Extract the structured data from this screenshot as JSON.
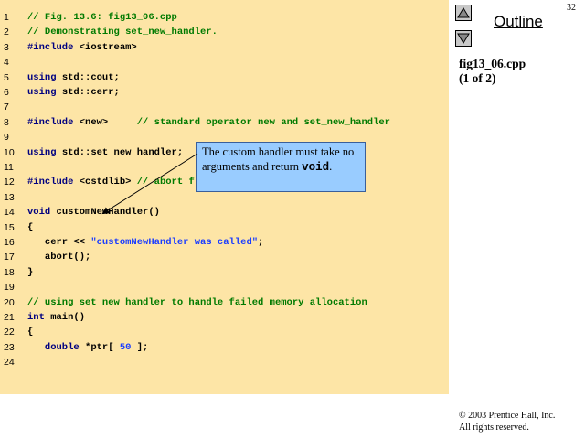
{
  "sidebar": {
    "page_number": "32",
    "outline_label": "Outline",
    "file_name": "fig13_06.cpp",
    "page_of": "(1 of 2)",
    "copyright_line1": "© 2003 Prentice Hall, Inc.",
    "copyright_line2": "All rights reserved."
  },
  "callout": {
    "text_before": "The custom handler must take no arguments and return ",
    "bold_word": "void",
    "text_after": "."
  },
  "code": {
    "lines": [
      {
        "n": "1",
        "parts": [
          {
            "t": "// Fig. 13.6: fig13_06.cpp",
            "c": "comment"
          }
        ]
      },
      {
        "n": "2",
        "parts": [
          {
            "t": "// Demonstrating set_new_handler.",
            "c": "comment"
          }
        ]
      },
      {
        "n": "3",
        "parts": [
          {
            "t": "#include",
            "c": "kw"
          },
          {
            "t": " <iostream>",
            "c": "plain"
          }
        ]
      },
      {
        "n": "4",
        "parts": []
      },
      {
        "n": "5",
        "parts": [
          {
            "t": "using",
            "c": "kw"
          },
          {
            "t": " std::cout;",
            "c": "plain"
          }
        ]
      },
      {
        "n": "6",
        "parts": [
          {
            "t": "using",
            "c": "kw"
          },
          {
            "t": " std::cerr;",
            "c": "plain"
          }
        ]
      },
      {
        "n": "7",
        "parts": []
      },
      {
        "n": "8",
        "parts": [
          {
            "t": "#include",
            "c": "kw"
          },
          {
            "t": " <new>",
            "c": "plain"
          },
          {
            "t": "     // standard operator new and set_new_handler",
            "c": "comment"
          }
        ]
      },
      {
        "n": "9",
        "parts": []
      },
      {
        "n": "10",
        "parts": [
          {
            "t": "using",
            "c": "kw"
          },
          {
            "t": " std::set_new_handler;",
            "c": "plain"
          }
        ]
      },
      {
        "n": "11",
        "parts": []
      },
      {
        "n": "12",
        "parts": [
          {
            "t": "#include",
            "c": "kw"
          },
          {
            "t": " <cstdlib>",
            "c": "plain"
          },
          {
            "t": " // abort f",
            "c": "comment"
          }
        ]
      },
      {
        "n": "13",
        "parts": []
      },
      {
        "n": "14",
        "parts": [
          {
            "t": "void",
            "c": "kw"
          },
          {
            "t": " customNewHandler()",
            "c": "plain"
          }
        ]
      },
      {
        "n": "15",
        "parts": [
          {
            "t": "{",
            "c": "plain"
          }
        ]
      },
      {
        "n": "16",
        "parts": [
          {
            "t": "   cerr << ",
            "c": "plain"
          },
          {
            "t": "\"customNewHandler was called\"",
            "c": "str"
          },
          {
            "t": ";",
            "c": "plain"
          }
        ]
      },
      {
        "n": "17",
        "parts": [
          {
            "t": "   abort();",
            "c": "plain"
          }
        ]
      },
      {
        "n": "18",
        "parts": [
          {
            "t": "}",
            "c": "plain"
          }
        ]
      },
      {
        "n": "19",
        "parts": []
      },
      {
        "n": "20",
        "parts": [
          {
            "t": "// using set_new_handler to handle failed memory allocation",
            "c": "comment"
          }
        ]
      },
      {
        "n": "21",
        "parts": [
          {
            "t": "int",
            "c": "kw"
          },
          {
            "t": " main()",
            "c": "plain"
          }
        ]
      },
      {
        "n": "22",
        "parts": [
          {
            "t": "{",
            "c": "plain"
          }
        ]
      },
      {
        "n": "23",
        "parts": [
          {
            "t": "   double",
            "c": "kw"
          },
          {
            "t": " *ptr[ ",
            "c": "plain"
          },
          {
            "t": "50",
            "c": "str"
          },
          {
            "t": " ];",
            "c": "plain"
          }
        ]
      },
      {
        "n": "24",
        "parts": []
      }
    ]
  },
  "icons": {
    "nav_up": "triangle-up-icon",
    "nav_down": "triangle-down-icon"
  },
  "colors": {
    "code_background": "#fde5a6",
    "callout_background": "#99ccff",
    "comment": "#007a00",
    "keyword": "#000080",
    "string": "#1a3cff"
  }
}
